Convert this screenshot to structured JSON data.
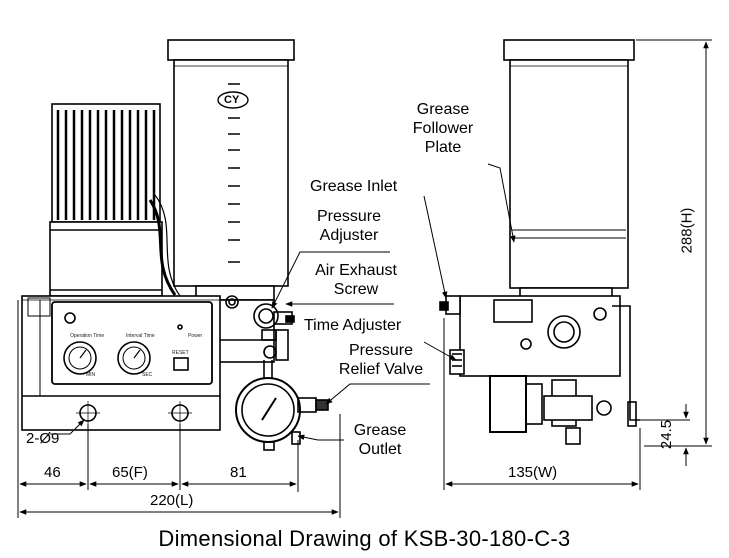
{
  "labels": {
    "grease_follower_plate": [
      "Grease",
      "Follower",
      "Plate"
    ],
    "grease_inlet": "Grease Inlet",
    "pressure_adjuster": [
      "Pressure",
      "Adjuster"
    ],
    "air_exhaust_screw": [
      "Air Exhaust",
      "Screw"
    ],
    "time_adjuster": "Time Adjuster",
    "pressure_relief_valve": [
      "Pressure",
      "Relief Valve"
    ],
    "grease_outlet": [
      "Grease",
      "Outlet"
    ]
  },
  "dimensions": {
    "hole": "2-Ø9",
    "d46": "46",
    "d65f": "65(F)",
    "d81": "81",
    "d220l": "220(L)",
    "d135w": "135(W)",
    "d288h": "288(H)",
    "d24_5": "24.5"
  },
  "reservoir_logo": "CY",
  "panel": {
    "operation_time": "Operation Time",
    "interval_time": "Interval Time",
    "power": "Power",
    "reset": "RESET",
    "min_unit": "MIN",
    "sec_unit": "SEC"
  },
  "caption": "Dimensional Drawing of KSB-30-180-C-3"
}
